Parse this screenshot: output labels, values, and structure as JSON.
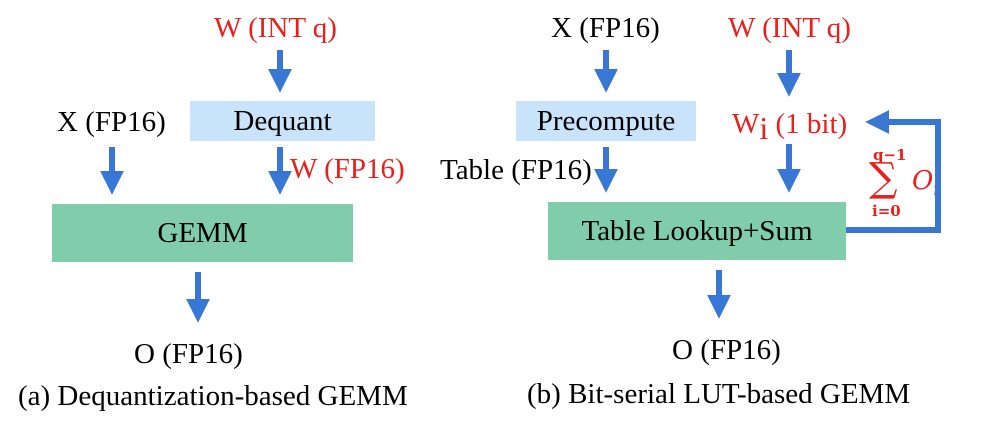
{
  "left": {
    "w_int": "W (INT q)",
    "x_fp16": "X (FP16)",
    "dequant": "Dequant",
    "w_fp16": "W (FP16)",
    "gemm": "GEMM",
    "o_fp16": "O (FP16)",
    "caption": "(a) Dequantization-based GEMM"
  },
  "right": {
    "x_fp16": "X (FP16)",
    "w_int": "W (INT q)",
    "precompute": "Precompute",
    "wi_base": "W",
    "wi_sub": "i",
    "wi_rest": " (1 bit)",
    "table_fp16": "Table (FP16)",
    "lookup": "Table Lookup+Sum",
    "o_fp16": "O (FP16)",
    "caption": "(b) Bit-serial LUT-based GEMM",
    "sum_upper": "q−1",
    "sum_lower": "i=0",
    "sum_sign": "∑",
    "sum_term": "O",
    "sum_term_sub": "i"
  },
  "colors": {
    "arrow": "#3878d4",
    "red_text": "#e8201c",
    "blue_box": "#c9e3fb",
    "green_box": "#81ccaa"
  }
}
